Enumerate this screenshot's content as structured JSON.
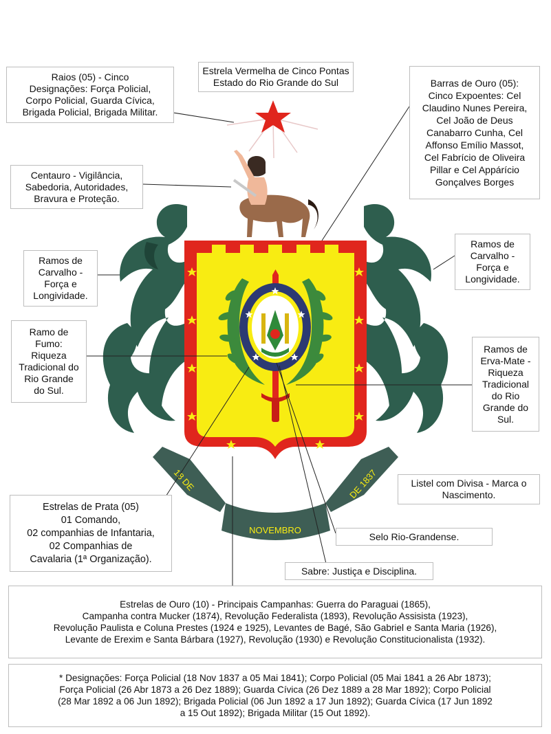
{
  "colors": {
    "shield_border": "#e0261d",
    "shield_field": "#f8ec12",
    "star_gold": "#f8ec12",
    "star_red": "#e0261d",
    "foliage": "#2e5e4e",
    "oval_blue": "#2c3a73",
    "ribbon": "#3e5e55",
    "ribbon_text": "#f8ec12",
    "centaur_body": "#9a6a4a",
    "laurel": "#3c8a3c"
  },
  "labels": {
    "raios": "Raios (05) - Cinco\nDesignações: Força Policial,\nCorpo Policial, Guarda Cívica,\nBrigada Policial, Brigada Militar.",
    "estrela_vermelha": "Estrela Vermelha de Cinco Pontas\nEstado do Rio Grande do Sul",
    "barras_ouro": "Barras de Ouro (05):\nCinco Expoentes: Cel\nClaudino Nunes Pereira,\nCel João de Deus\nCanabarro Cunha, Cel\nAffonso Emílio Massot,\nCel Fabrício de Oliveira\nPillar e Cel Appárício\nGonçalves Borges",
    "centauro": "Centauro - Vigilância,\nSabedoria, Autoridades,\nBravura e Proteção.",
    "carvalho_left": "Ramos de\nCarvalho -\nForça e\nLongividade.",
    "carvalho_right": "Ramos de\nCarvalho -\nForça e\nLongividade.",
    "fumo": "Ramo de\nFumo:\nRiqueza\nTradicional do\nRio Grande\ndo Sul.",
    "erva_mate": "Ramos de\nErva-Mate -\nRiqueza\nTradicional\ndo Rio\nGrande do\nSul.",
    "listel": "Listel com Divisa - Marca o\nNascimento.",
    "estrelas_prata": "Estrelas de Prata (05)\n01 Comando,\n02 companhias de Infantaria,\n02 Companhias de\nCavalaria (1ª Organização).",
    "selo": "Selo Rio-Grandense.",
    "sabre": "Sabre: Justiça e Disciplina.",
    "estrelas_ouro": "Estrelas de Ouro (10) - Principais Campanhas: Guerra do Paraguai (1865),\nCampanha contra Mucker (1874), Revolução Federalista (1893), Revolução Assisista (1923),\nRevolução Paulista e Coluna Prestes (1924 e 1925), Levantes de Bagé, São Gabriel e Santa Maria (1926),\nLevante de Erexim e Santa Bárbara (1927), Revolução (1930) e  Revolução Constitucionalista (1932).",
    "designacoes": "* Designações: Força Policial (18 Nov 1837 a 05 Mai 1841); Corpo Policial (05 Mai 1841 a 26 Abr 1873);\nForça Policial (26 Abr 1873 a 26 Dez 1889); Guarda Cívica (26 Dez 1889 a 28 Mar 1892); Corpo Policial\n(28 Mar 1892 a 06 Jun 1892); Brigada Policial (06 Jun 1892 a 17 Jun 1892); Guarda Cívica (17 Jun 1892\na 15 Out 1892); Brigada Militar (15 Out 1892)."
  },
  "ribbon": {
    "left": "18 DE",
    "center": "NOVEMBRO",
    "right": "DE 1837"
  }
}
